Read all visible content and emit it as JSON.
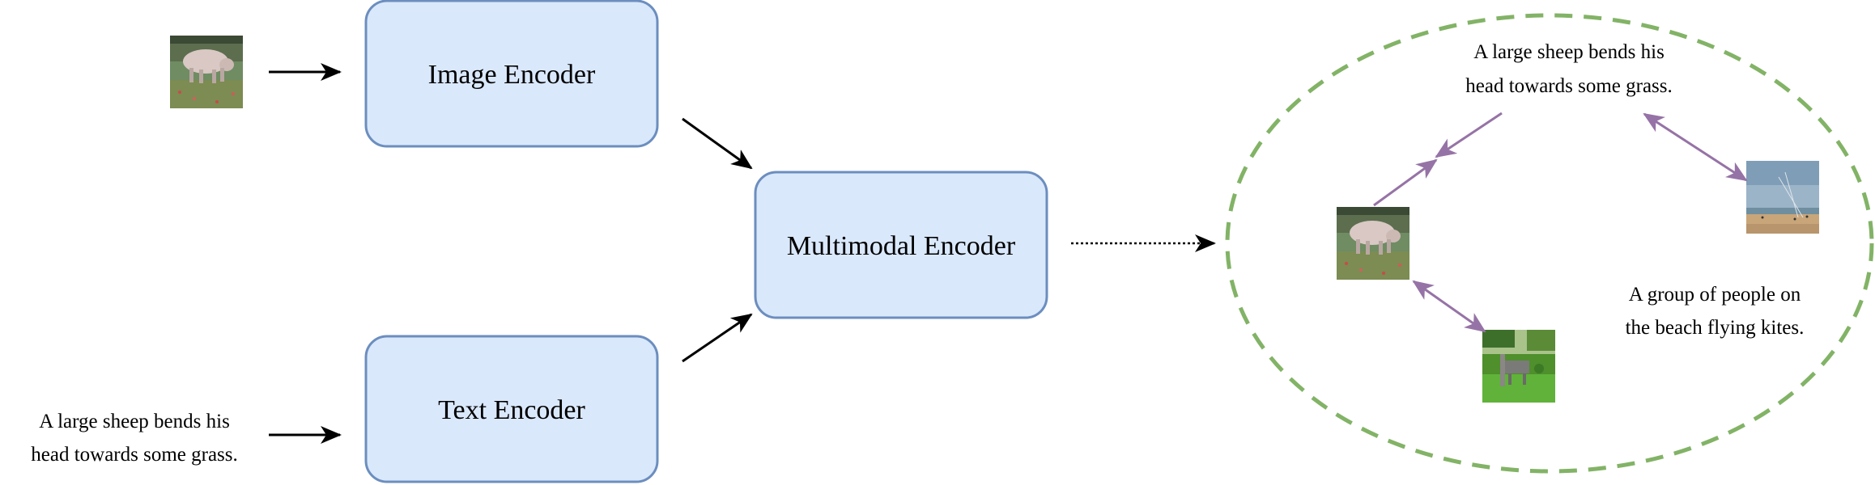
{
  "encoders": {
    "image_encoder": "Image Encoder",
    "text_encoder": "Text Encoder",
    "multimodal_encoder": "Multimodal Encoder"
  },
  "input_caption": {
    "line1": "A large sheep bends his",
    "line2": "head towards some grass."
  },
  "space": {
    "caption_sheep_line1": "A large sheep bends his",
    "caption_sheep_line2": "head towards some grass.",
    "caption_beach_line1": "A group of people on",
    "caption_beach_line2": "the beach flying kites."
  },
  "colors": {
    "box_fill": "#dae8fc",
    "box_stroke": "#6c8ebf",
    "ellipse_stroke": "#82b366",
    "pair_arrow": "#9673a6",
    "arrow": "#000000"
  }
}
